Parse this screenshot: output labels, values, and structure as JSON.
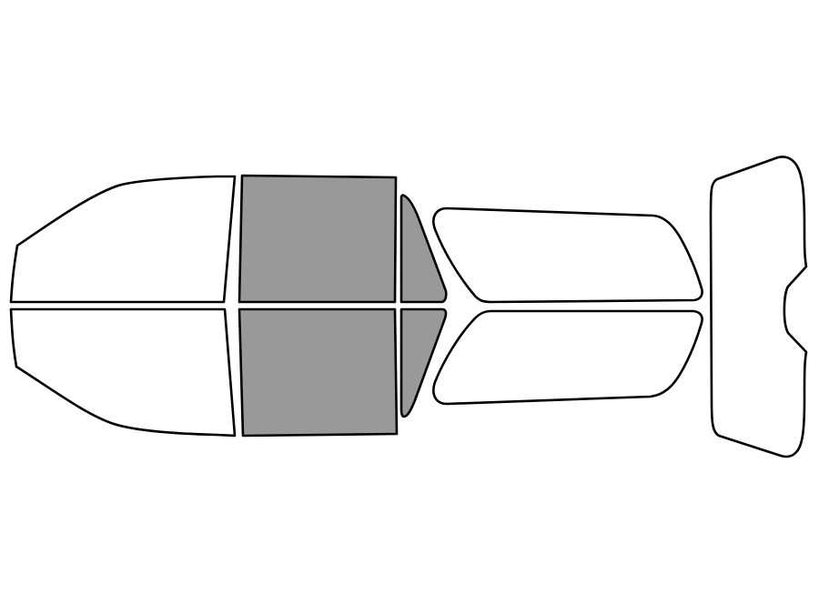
{
  "colors": {
    "background": "#ffffff",
    "outline": "#000000",
    "untinted_fill": "#ffffff",
    "tinted_fill": "#999999"
  },
  "panes": [
    {
      "name": "windshield-upper-half",
      "tinted": false
    },
    {
      "name": "windshield-lower-half",
      "tinted": false
    },
    {
      "name": "front-door-window-upper",
      "tinted": true
    },
    {
      "name": "front-door-window-lower",
      "tinted": true
    },
    {
      "name": "front-vent-window-upper",
      "tinted": true
    },
    {
      "name": "front-vent-window-lower",
      "tinted": true
    },
    {
      "name": "rear-door-window-upper",
      "tinted": false
    },
    {
      "name": "rear-door-window-lower",
      "tinted": false
    },
    {
      "name": "rear-window",
      "tinted": false
    }
  ]
}
